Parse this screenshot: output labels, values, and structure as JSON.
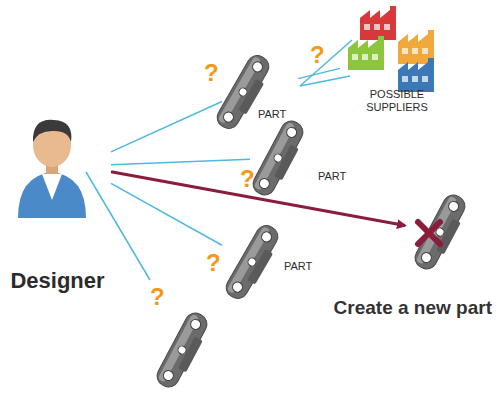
{
  "diagram": {
    "nodes": [
      {
        "text": [
          "Designer"
        ]
      },
      {
        "text": [
          "PART"
        ]
      },
      {
        "text": [
          "PART"
        ]
      },
      {
        "text": [
          "PART"
        ]
      },
      {
        "text": [
          "Create a new part"
        ]
      },
      {
        "text": [
          "POSSIBLE SUPPLIERS"
        ]
      }
    ],
    "edges": [
      {
        "from": 0,
        "to": 1,
        "arrow": "none"
      },
      {
        "from": 0,
        "to": 2,
        "arrow": "none"
      },
      {
        "from": 0,
        "to": 3,
        "arrow": "none"
      },
      {
        "from": 0,
        "to": 4,
        "arrow": "to"
      },
      {
        "from": 1,
        "to": 5,
        "arrow": "none"
      }
    ],
    "labels": [
      "?",
      "?",
      "?",
      "?",
      "?"
    ]
  }
}
